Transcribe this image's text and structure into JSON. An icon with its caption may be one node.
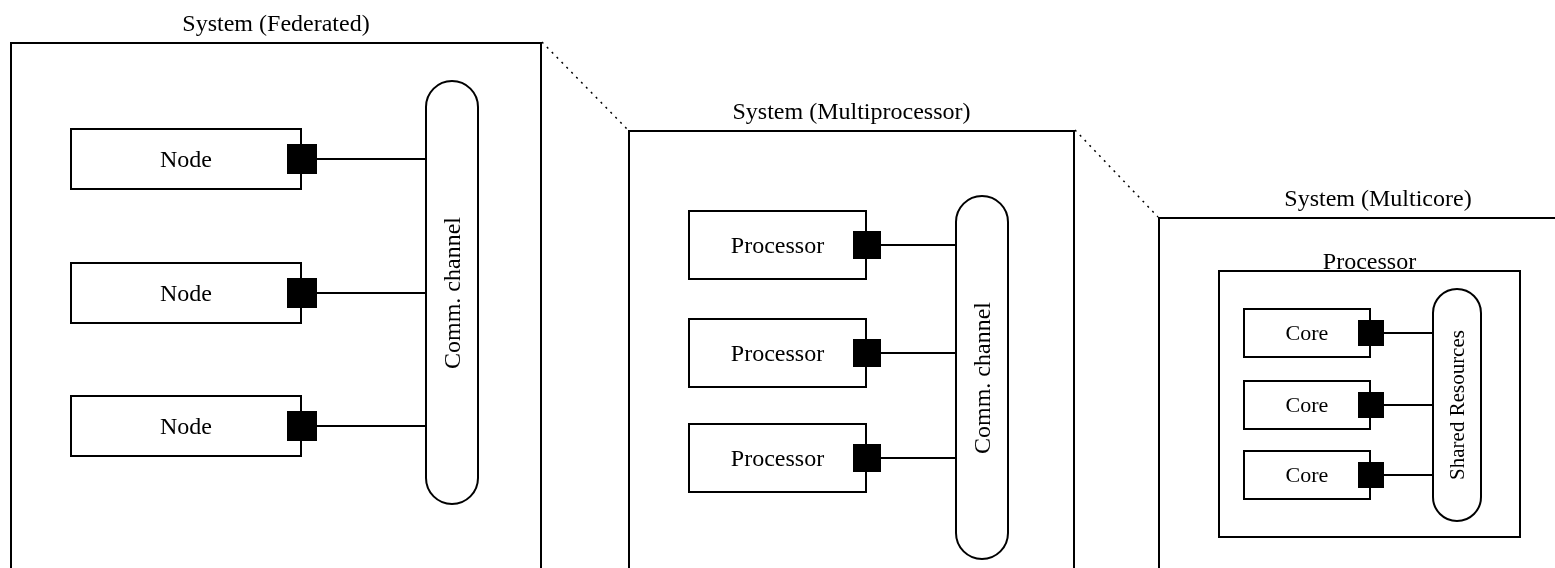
{
  "diagram": {
    "nodes": [
      {
        "text": [
          "System (Federated)"
        ]
      },
      {
        "text": [
          "Node"
        ],
        "in": 0
      },
      {
        "text": [
          "Node"
        ],
        "in": 0
      },
      {
        "text": [
          "Node"
        ],
        "in": 0
      },
      {
        "text": [
          "Comm. channel"
        ],
        "in": 0
      },
      {
        "text": [
          "System (Multiprocessor)"
        ]
      },
      {
        "text": [
          "Processor"
        ],
        "in": 5
      },
      {
        "text": [
          "Processor"
        ],
        "in": 5
      },
      {
        "text": [
          "Processor"
        ],
        "in": 5
      },
      {
        "text": [
          "Comm. channel"
        ],
        "in": 5
      },
      {
        "text": [
          "System (Multicore)"
        ]
      },
      {
        "text": [
          "Processor"
        ],
        "in": 10
      },
      {
        "text": [
          "Core"
        ],
        "in": 11
      },
      {
        "text": [
          "Core"
        ],
        "in": 11
      },
      {
        "text": [
          "Core"
        ],
        "in": 11
      },
      {
        "text": [
          "Shared Resources"
        ],
        "in": 11
      }
    ],
    "edges": [
      {
        "from": 1,
        "to": 4,
        "arrow": "none"
      },
      {
        "from": 2,
        "to": 4,
        "arrow": "none"
      },
      {
        "from": 3,
        "to": 4,
        "arrow": "none"
      },
      {
        "from": 6,
        "to": 9,
        "arrow": "none"
      },
      {
        "from": 7,
        "to": 9,
        "arrow": "none"
      },
      {
        "from": 8,
        "to": 9,
        "arrow": "none"
      },
      {
        "from": 12,
        "to": 15,
        "arrow": "none"
      },
      {
        "from": 13,
        "to": 15,
        "arrow": "none"
      },
      {
        "from": 14,
        "to": 15,
        "arrow": "none"
      },
      {
        "from": 0,
        "to": 5,
        "arrow": "none",
        "style": "dashed"
      },
      {
        "from": 5,
        "to": 10,
        "arrow": "none",
        "style": "dashed"
      }
    ]
  }
}
